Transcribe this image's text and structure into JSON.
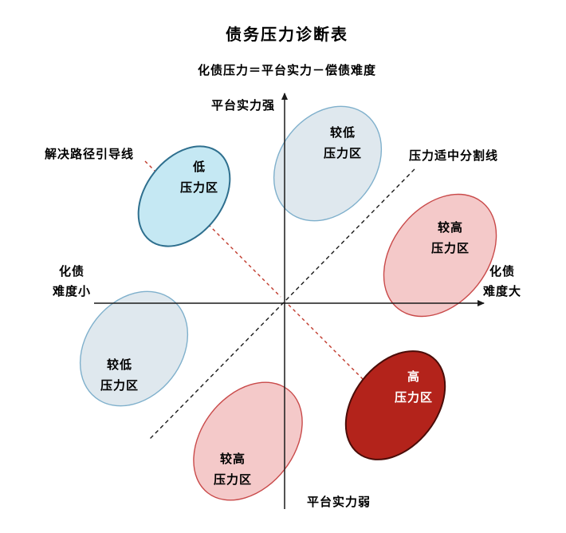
{
  "title": "债务压力诊断表",
  "formula": "化债压力＝平台实力－偿债难度",
  "axes": {
    "y_top": "平台实力强",
    "y_bottom": "平台实力弱",
    "x_left_line1": "化债",
    "x_left_line2": "难度小",
    "x_right_line1": "化债",
    "x_right_line2": "难度大"
  },
  "guides": {
    "solution_path": "解决路径引导线",
    "medium_divider": "压力适中分割线"
  },
  "zones": {
    "low": {
      "line1": "低",
      "line2": "压力区"
    },
    "lower_top": {
      "line1": "较低",
      "line2": "压力区"
    },
    "lower_left": {
      "line1": "较低",
      "line2": "压力区"
    },
    "higher_right": {
      "line1": "较高",
      "line2": "压力区"
    },
    "higher_bottom": {
      "line1": "较高",
      "line2": "压力区"
    },
    "high": {
      "line1": "高",
      "line2": "压力区"
    }
  },
  "colors": {
    "low_fill": "#c5e8f3",
    "low_stroke": "#2e6f8e",
    "lower_fill": "#dfe8ee",
    "lower_stroke": "#7fb0cc",
    "higher_fill": "#f4c9c9",
    "higher_stroke": "#c94a4a",
    "high_fill": "#b3231b",
    "high_stroke": "#4a0c08",
    "guide_red": "#c0392b",
    "axis": "#1a1a1a"
  }
}
